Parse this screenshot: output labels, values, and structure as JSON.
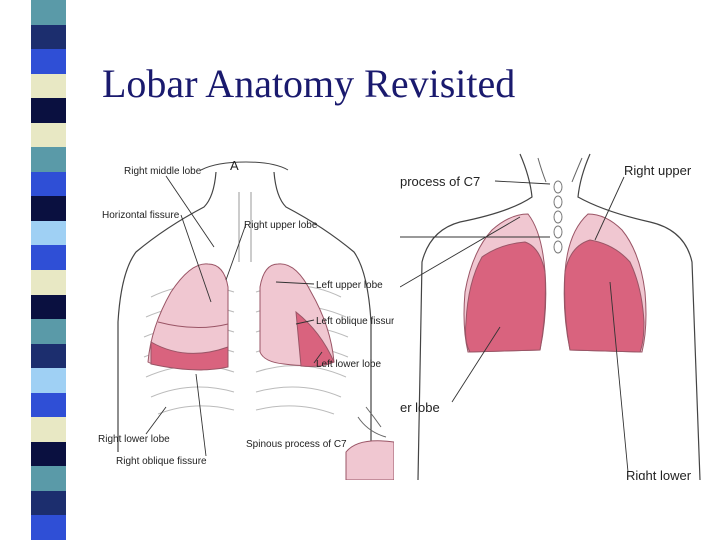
{
  "slide": {
    "title": "Lobar Anatomy Revisited"
  },
  "sidebar": {
    "colors": [
      "#5a9aa8",
      "#1c2e6e",
      "#2f4fd6",
      "#e8e8c4",
      "#0a1040",
      "#e8e8c4",
      "#5a9aa8",
      "#2f4fd6",
      "#0a1040",
      "#9fd0f4",
      "#2f4fd6",
      "#e8e8c4",
      "#0a1040",
      "#5a9aa8",
      "#1c2e6e",
      "#9fd0f4",
      "#2f4fd6",
      "#e8e8c4",
      "#0a1040",
      "#5a9aa8",
      "#1c2e6e",
      "#2f4fd6"
    ]
  },
  "left_figure": {
    "panel_letter": "A",
    "labels": {
      "right_middle_lobe": "Right middle lobe",
      "horizontal_fissure": "Horizontal fissure",
      "right_upper_lobe": "Right upper lobe",
      "left_upper_lobe": "Left upper lobe",
      "left_oblique_fissure": "Left oblique fissure",
      "left_lower_lobe": "Left lower lobe",
      "right_lower_lobe": "Right lower lobe",
      "spinous_process": "Spinous process of C7",
      "right_oblique_fissure": "Right oblique fissure"
    }
  },
  "right_figure": {
    "labels": {
      "process_c7": "process of C7",
      "right_upper": "Right upper",
      "lower_lobe": "er lobe",
      "right_lower": "Right lower"
    }
  },
  "colors": {
    "title": "#1a1a6e",
    "lung_fill": "#d9637e",
    "lung_light": "#f0c7d1",
    "line": "#333333"
  }
}
